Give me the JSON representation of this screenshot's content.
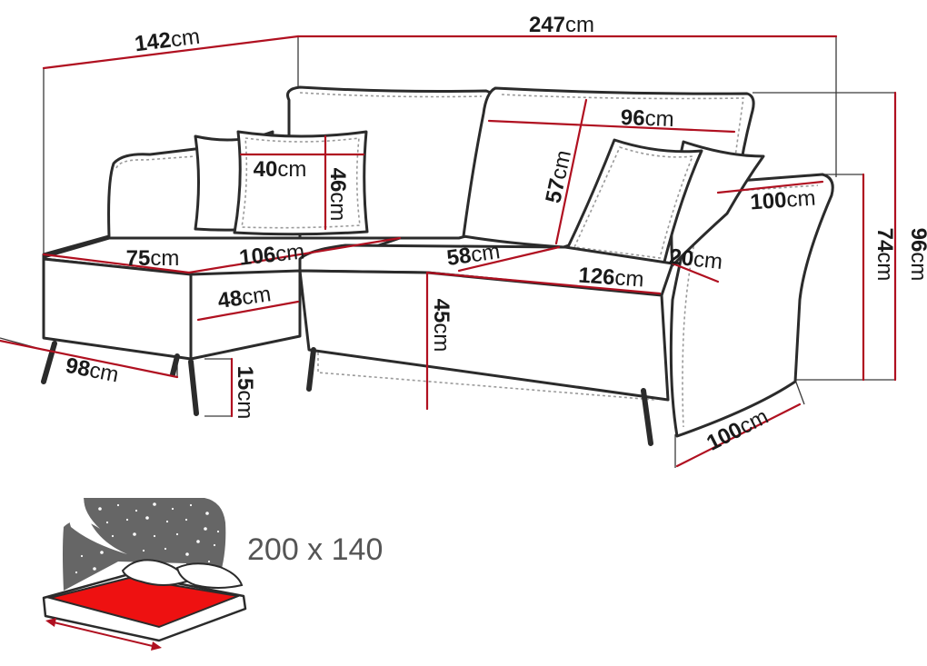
{
  "colors": {
    "measure_line": "#b01020",
    "outline": "#2b2b2b",
    "mattress": "#ee1111",
    "night_sky": "#666666"
  },
  "dimensions": {
    "width_total": {
      "value": "247",
      "unit": "cm"
    },
    "chaise_length": {
      "value": "142",
      "unit": "cm"
    },
    "height_total": {
      "value": "96",
      "unit": "cm"
    },
    "armrest_height": {
      "value": "74",
      "unit": "cm"
    },
    "depth": {
      "value": "100",
      "unit": "cm"
    },
    "armrest_depth": {
      "value": "100",
      "unit": "cm"
    },
    "chaise_width": {
      "value": "98",
      "unit": "cm"
    },
    "leg_height": {
      "value": "15",
      "unit": "cm"
    },
    "seat_height": {
      "value": "45",
      "unit": "cm"
    },
    "chaise_seat_width": {
      "value": "48",
      "unit": "cm"
    },
    "chaise_seat_depth": {
      "value": "75",
      "unit": "cm"
    },
    "chaise_seat_length": {
      "value": "106",
      "unit": "cm"
    },
    "seat_depth": {
      "value": "58",
      "unit": "cm"
    },
    "seat_width": {
      "value": "126",
      "unit": "cm"
    },
    "armrest_width": {
      "value": "20",
      "unit": "cm"
    },
    "back_cushion_width": {
      "value": "96",
      "unit": "cm"
    },
    "back_cushion_height": {
      "value": "57",
      "unit": "cm"
    },
    "pillow_width": {
      "value": "40",
      "unit": "cm"
    },
    "pillow_height": {
      "value": "46",
      "unit": "cm"
    }
  },
  "sleeping_area": {
    "label": "200 x 140",
    "icon": "bed-night-stars-icon"
  }
}
